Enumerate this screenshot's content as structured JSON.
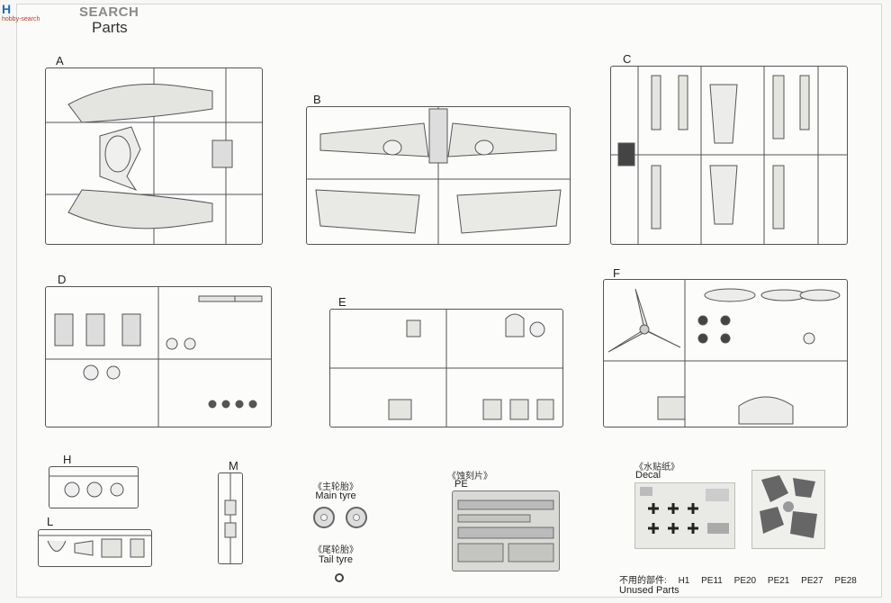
{
  "header": {
    "logo_text": "H",
    "logo_sub": "hobby-search",
    "search_word": "SEARCH",
    "title": "Parts"
  },
  "sprues": {
    "A": "A",
    "B": "B",
    "C": "C",
    "D": "D",
    "E": "E",
    "F": "F",
    "H": "H",
    "L": "L",
    "M": "M"
  },
  "tyres": {
    "main_cn": "《主轮胎》",
    "main_en": "Main tyre",
    "tail_cn": "《尾轮胎》",
    "tail_en": "Tail tyre"
  },
  "pe": {
    "cn": "《蚀刻片》",
    "en": "PE"
  },
  "decal": {
    "cn": "《水贴纸》",
    "en": "Decal"
  },
  "unused": {
    "cn": "不用的部件:",
    "items": [
      "H1",
      "PE11",
      "PE20",
      "PE21",
      "PE27",
      "PE28"
    ],
    "en": "Unused Parts"
  }
}
